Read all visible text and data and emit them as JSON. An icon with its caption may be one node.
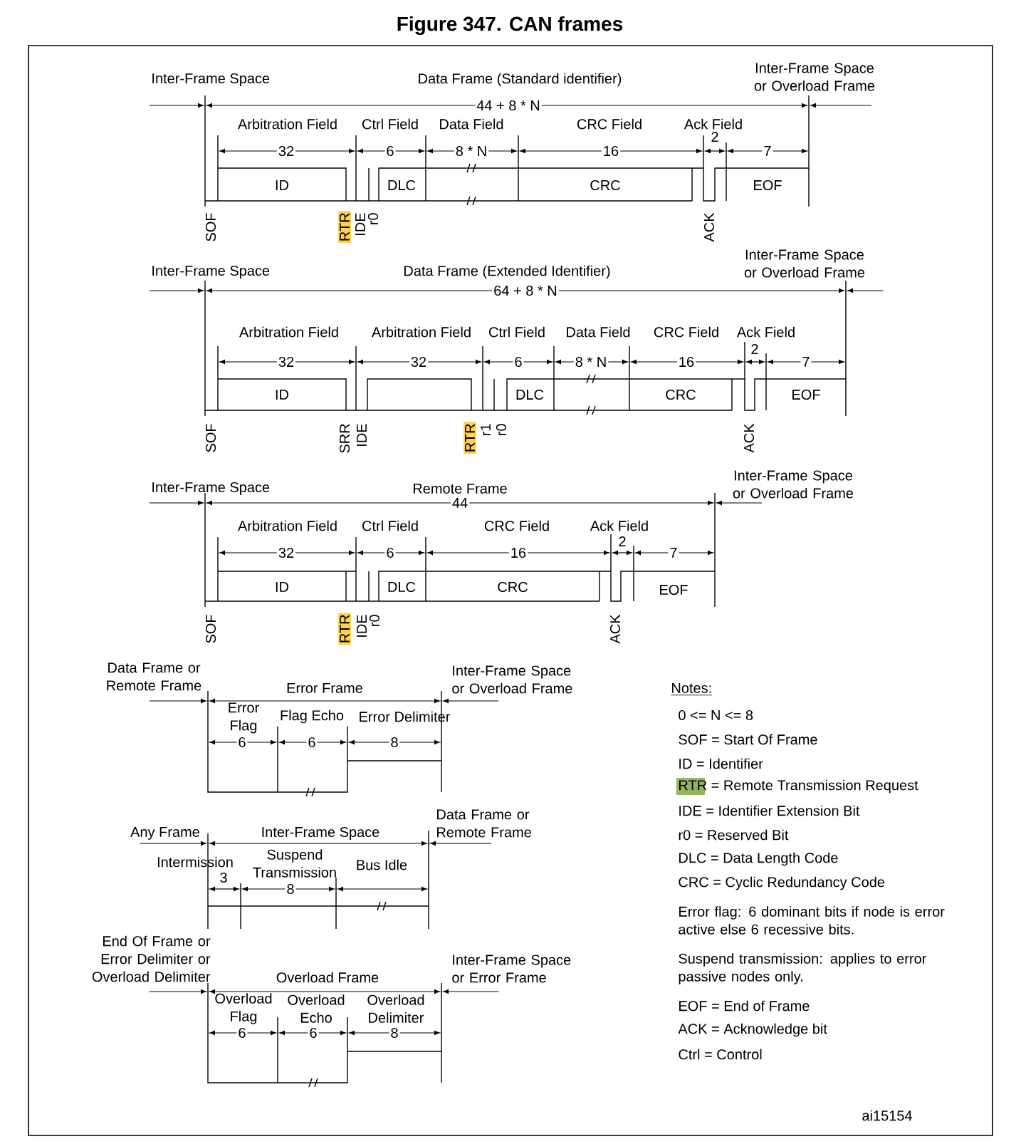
{
  "diagram": {
    "title": "Figure 347. CAN frames",
    "nodes": [
      {
        "text": [
          "ID"
        ]
      },
      {
        "text": [
          "DLC"
        ]
      },
      {
        "text": [
          "CRC"
        ]
      },
      {
        "text": [
          "EOF"
        ]
      },
      {
        "text": [
          "ID"
        ]
      },
      {
        "text": [
          "DLC"
        ]
      },
      {
        "text": [
          "CRC"
        ]
      },
      {
        "text": [
          "EOF"
        ]
      },
      {
        "text": [
          "ID"
        ]
      },
      {
        "text": [
          "DLC"
        ]
      },
      {
        "text": [
          "CRC"
        ]
      },
      {
        "text": [
          "EOF"
        ]
      }
    ],
    "labels": [
      "Inter-Frame Space",
      "Data Frame (Standard identifier)",
      "Inter-Frame Space or Overload Frame",
      "44 + 8 * N",
      "Arbitration Field",
      "Ctrl Field",
      "Data Field",
      "CRC Field",
      "Ack Field",
      "32",
      "6",
      "8 * N",
      "16",
      "2",
      "7",
      "SOF",
      "RTR",
      "IDE",
      "r0",
      "ACK",
      "Inter-Frame Space",
      "Data Frame (Extended Identifier)",
      "Inter-Frame Space or Overload Frame",
      "64 + 8 * N",
      "Arbitration Field",
      "Arbitration Field",
      "Ctrl Field",
      "Data Field",
      "CRC Field",
      "Ack Field",
      "32",
      "32",
      "6",
      "8 * N",
      "16",
      "2",
      "7",
      "SOF",
      "SRR",
      "IDE",
      "RTR",
      "r1",
      "r0",
      "ACK",
      "Inter-Frame Space",
      "Remote Frame",
      "Inter-Frame Space or Overload Frame",
      "44",
      "Arbitration Field",
      "Ctrl Field",
      "CRC Field",
      "Ack Field",
      "32",
      "6",
      "16",
      "2",
      "7",
      "SOF",
      "RTR",
      "IDE",
      "r0",
      "ACK",
      "Data Frame or Remote Frame",
      "Error Frame",
      "Inter-Frame Space or Overload Frame",
      "Error Flag",
      "Flag Echo",
      "Error Delimiter",
      "6",
      "6",
      "8",
      "Any Frame",
      "Inter-Frame Space",
      "Data Frame or Remote Frame",
      "Intermission",
      "Suspend Transmission",
      "Bus Idle",
      "3",
      "8",
      "End Of Frame or Error Delimiter or Overload Delimiter",
      "Overload Frame",
      "Inter-Frame Space or Error Frame",
      "Overload Flag",
      "Overload Echo",
      "Overload Delimiter",
      "6",
      "6",
      "8",
      "Notes:",
      "0 <= N <= 8",
      "SOF = Start Of Frame",
      "ID = Identifier",
      "RTR = Remote Transmission Request",
      "IDE = Identifier Extension Bit",
      "r0 = Reserved Bit",
      "DLC = Data Length Code",
      "CRC = Cyclic Redundancy Code",
      "Error flag: 6 dominant bits if node is error active else 6 recessive bits.",
      "Suspend transmission: applies to error passive nodes only.",
      "EOF = End of Frame",
      "ACK = Acknowledge bit",
      "Ctrl = Control",
      "ai15154"
    ]
  }
}
